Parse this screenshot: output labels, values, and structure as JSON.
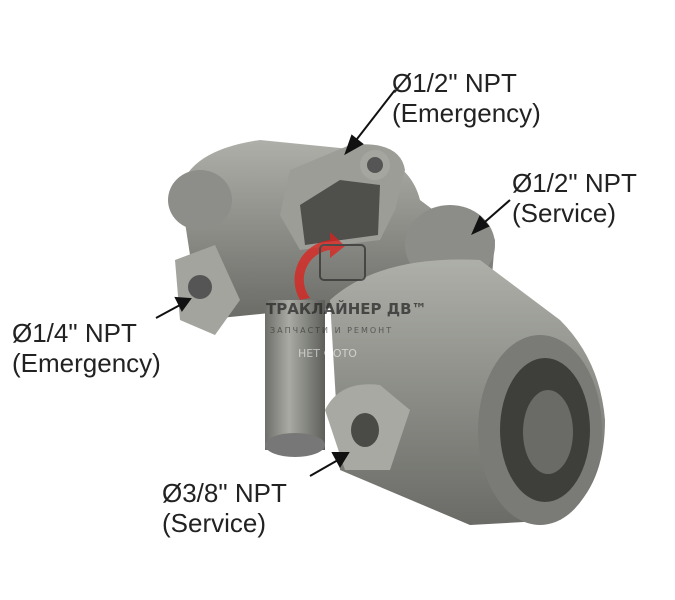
{
  "labels": [
    {
      "size": "Ø1/2\" NPT",
      "type": "(Emergency)"
    },
    {
      "size": "Ø1/2\" NPT",
      "type": "(Service)"
    },
    {
      "size": "Ø1/4\" NPT",
      "type": "(Emergency)"
    },
    {
      "size": "Ø3/8\" NPT",
      "type": "(Service)"
    }
  ],
  "watermark": {
    "brand": "ТРАКЛАЙНЕР ДВ™",
    "tagline": "ЗАПЧАСТИ И РЕМОНТ",
    "no_photo": "НЕТ ФОТО"
  },
  "colors": {
    "body": "#8a8b86",
    "dark": "#4a4b47",
    "light": "#b4b5af",
    "accent": "#e0201c"
  }
}
